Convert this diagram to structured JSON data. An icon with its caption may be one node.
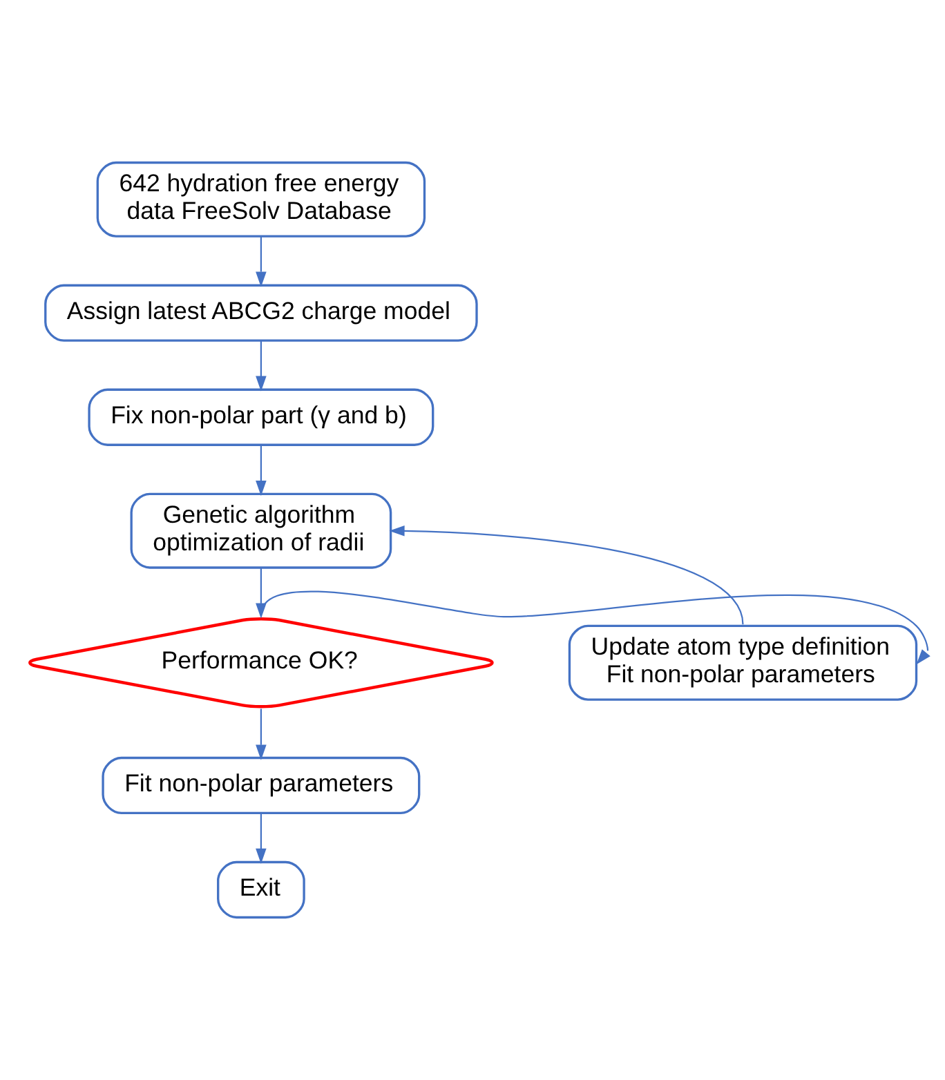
{
  "diagram": {
    "nodes": [
      {
        "text": [
          "642 hydration free energy data FreeSolv Database"
        ]
      },
      {
        "text": [
          "Assign latest ABCG2 charge model"
        ]
      },
      {
        "text": [
          "Fix non-polar part (γ and b)"
        ]
      },
      {
        "text": [
          "Genetic algorithm optimization of radii"
        ]
      },
      {
        "text": [
          "Update atom type definition Fit non-polar parameters"
        ]
      },
      {
        "text": [
          "Performance OK?"
        ]
      },
      {
        "text": [
          "Fit non-polar parameters"
        ]
      },
      {
        "text": [
          "Exit"
        ]
      }
    ],
    "edges": [
      {
        "from": 0,
        "to": 1,
        "arrow": "to"
      },
      {
        "from": 1,
        "to": 2,
        "arrow": "to"
      },
      {
        "from": 2,
        "to": 3,
        "arrow": "to"
      },
      {
        "from": 3,
        "to": 5,
        "arrow": "to"
      },
      {
        "from": 5,
        "to": 6,
        "arrow": "to"
      },
      {
        "from": 6,
        "to": 7,
        "arrow": "to"
      },
      {
        "from": 5,
        "to": 4,
        "arrow": "to"
      },
      {
        "from": 4,
        "to": 3,
        "arrow": "to"
      }
    ]
  }
}
